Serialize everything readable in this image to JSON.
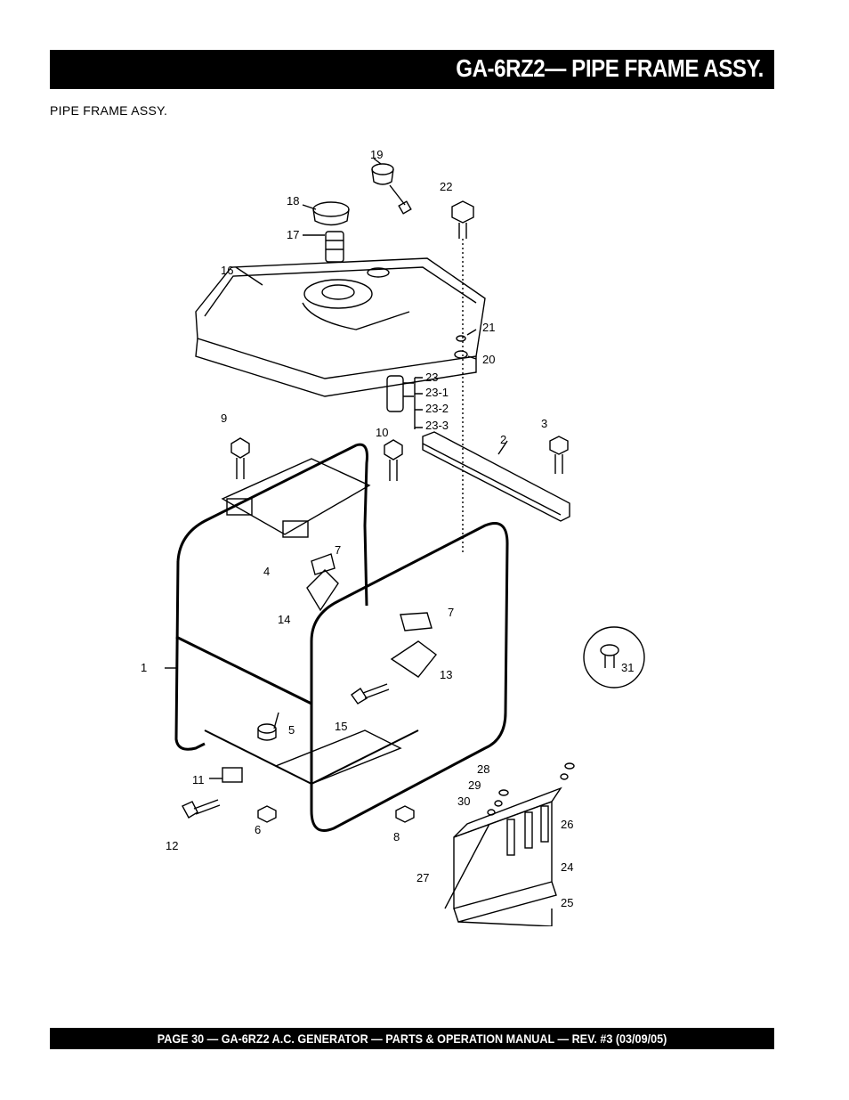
{
  "header": {
    "title": "GA-6RZ2— PIPE FRAME ASSY."
  },
  "section": {
    "subtitle": "PIPE FRAME ASSY."
  },
  "diagram": {
    "part_numbers": [
      "1",
      "2",
      "3",
      "4",
      "5",
      "6",
      "7",
      "7",
      "8",
      "9",
      "10",
      "11",
      "12",
      "13",
      "14",
      "15",
      "16",
      "17",
      "18",
      "19",
      "20",
      "21",
      "22",
      "23",
      "23-1",
      "23-2",
      "23-3",
      "24",
      "25",
      "26",
      "27",
      "28",
      "29",
      "30",
      "31"
    ]
  },
  "footer": {
    "text": "PAGE 30 — GA-6RZ2 A.C. GENERATOR — PARTS & OPERATION MANUAL — REV. #3 (03/09/05)"
  }
}
